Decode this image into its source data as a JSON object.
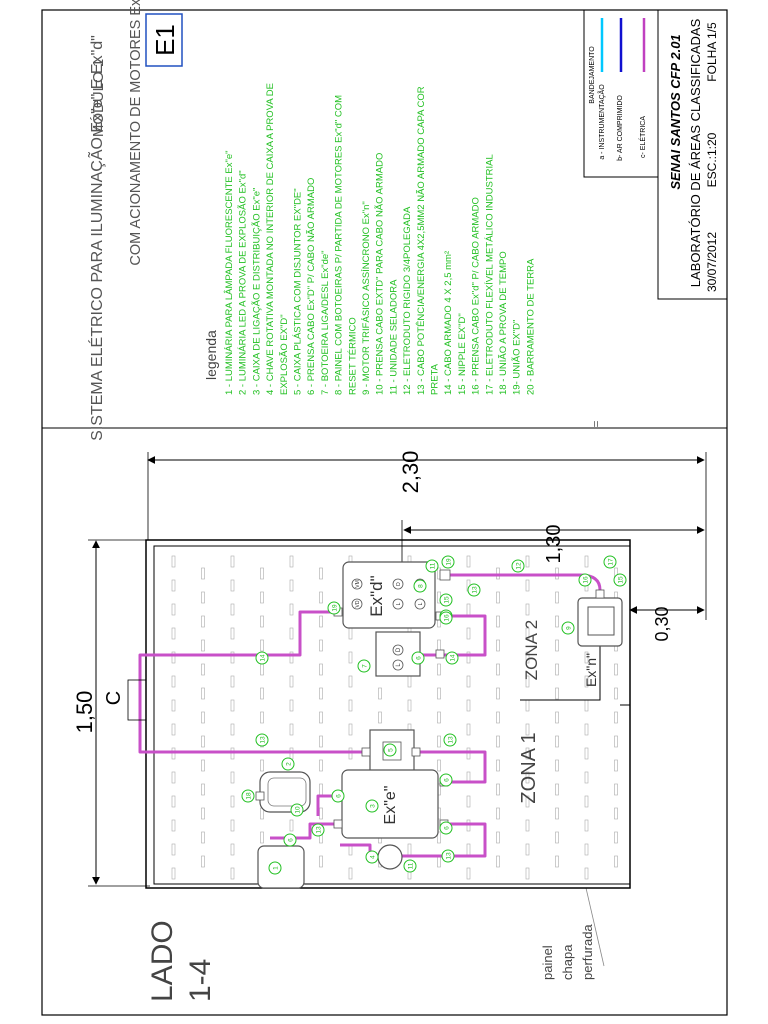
{
  "title_block": {
    "module": "MÓDULO 1",
    "title_line1": "SISTEMA ELÉTRICO PARA ILUMINAÇÃO Ex\"e\" E Ex\"d\"",
    "title_line2": "COM ACIONAMENTO DE MOTORES Ex\"n\"",
    "code": "E1",
    "company": "SENAI SANTOS CFP 2.01",
    "lab": "LABORATÓRIO DE ÁREAS CLASSIFICADAS",
    "date": "30/07/2012",
    "scale": "ESC.:1:20",
    "sheet": "FOLHA 1/5"
  },
  "side_label": {
    "line1": "LADO",
    "line2": "1-4"
  },
  "panel_label": [
    "painel",
    "chapa",
    "perfurada"
  ],
  "key_box": {
    "header": "BANDEJAMENTO",
    "items": [
      {
        "label": "a - INSTRUMENTAÇÃO",
        "color": "#00c8ff"
      },
      {
        "label": "b- AR COMPRIMIDO",
        "color": "#1010d0"
      },
      {
        "label": "c- ELÉTRICA",
        "color": "#c040c0"
      }
    ]
  },
  "legend": {
    "title": "legenda",
    "items": [
      "1 - LUMINÁRIA PARA LÂMPADA FLUORESCENTE Ex\"e\"",
      "2 - LUMINÁRIA LED A PROVA DE EXPLOSÃO Ex\"d\"",
      "3 - CAIXA DE LIGAÇÃO E DISTRIBUIÇÃO  Ex\"e\"",
      "4 - CHAVE ROTATIVA MONTADA NO INTERIOR DE CAIXA A PROVA DE",
      "     EXPLOSÃO EX\"D\"",
      "5 - CAIXA PLÁSTICA COM DISJUNTOR EX\"DE\"",
      "6 - PRENSA CABO Ex\"D\" P/ CABO NÃO ARMADO",
      "7 - BOTOEIRA LIGA/DESL Ex\"de\"",
      "8 - PAINEL COM BOTOEIRAS P/ PARTIDA DE MOTORES Ex\"d\" COM",
      "     RESET TÉRMICO",
      "9 - MOTOR TRIFÁSICO ASSÍNCRONO Ex\"n\"",
      "10 - PRENSA CABO EXTD\" PARA CABO NÃO ARMADO",
      "11 - UNIDADE SELADORA",
      "12 - ELETRODUTO RIGIDO 3/4POLEGADA",
      "13 - CABO  POTÊNCIA/ENERGIA 4X2,5MM2 NÃO ARMADO CAPA COR",
      "      PRETA",
      "14 - CABO ARMADO 4 X 2,5 mm²",
      "15 - NIPPLE EX\"D\"",
      "16 - PRENSA CABO Ex\"d\" P/ CABO ARMADO",
      "17 - ELETRODUTO FLEXÍVEL METÁLICO INDUSTRIAL",
      "18 - UNIÃO A PROVA DE TEMPO",
      "19- UNIÃO EX\"D\"",
      "20 - BARRAMENTO DE TERRA"
    ]
  },
  "dimensions": {
    "total_width": "2,30",
    "partial_width": "1,30",
    "bottom_offset": "0,30",
    "height": "1,50",
    "c_label": "C",
    "tick_mark": "="
  },
  "equipment_labels": {
    "exd": "Ex\"d\"",
    "exe": "Ex\"e\"",
    "exn": "Ex\"n\""
  },
  "zones": {
    "zone1": "ZONA 1",
    "zone2": "ZONA 2"
  },
  "button_letters": {
    "l": "L",
    "d": "D",
    "r": "R",
    "vd": "VD",
    "vm": "VM"
  },
  "callouts": [
    "1",
    "2",
    "3",
    "4",
    "5",
    "6",
    "7",
    "8",
    "9",
    "10",
    "11",
    "12",
    "13",
    "14",
    "15",
    "16",
    "17",
    "18",
    "19",
    "20"
  ],
  "colors": {
    "green": "#22c022",
    "cable": "#c850c8",
    "frame": "#000000",
    "text": "#444444"
  }
}
